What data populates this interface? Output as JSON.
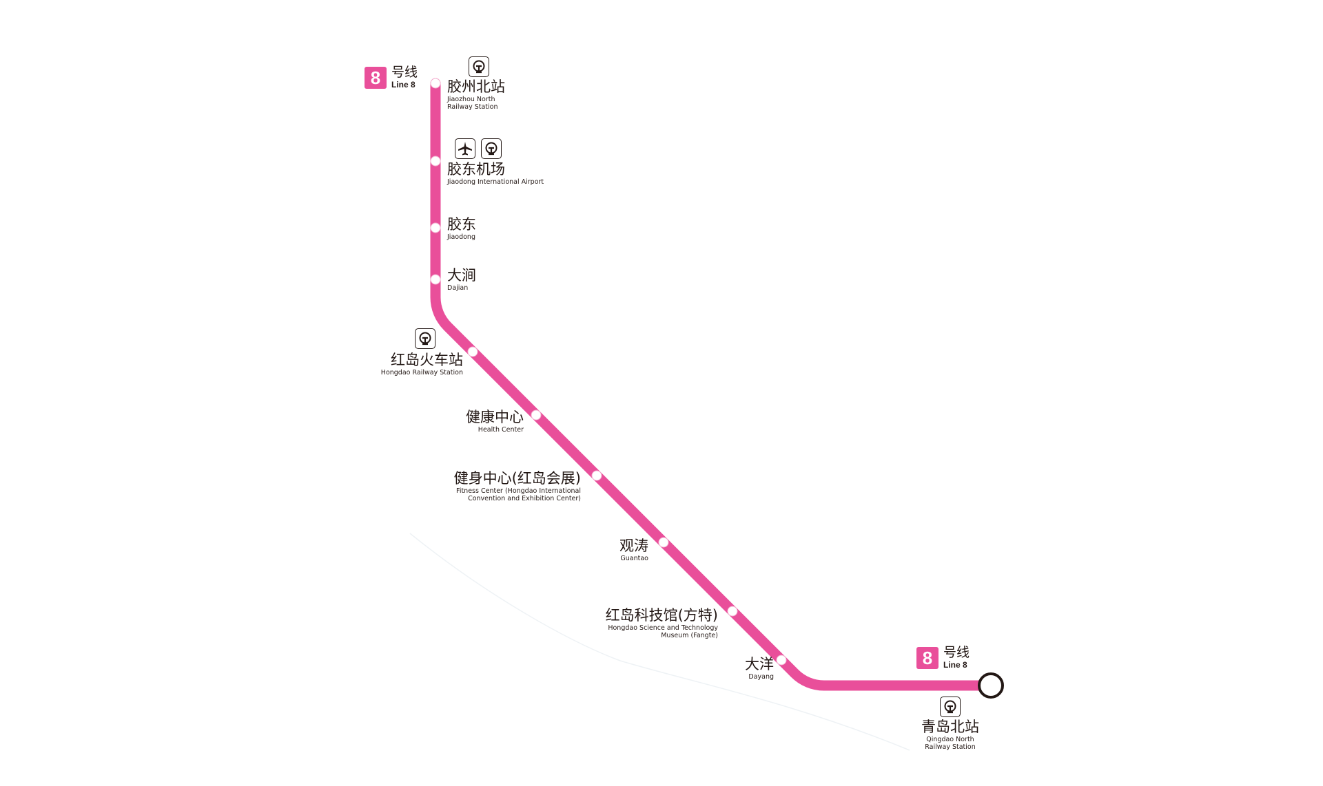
{
  "line": {
    "number": "8",
    "name_zh": "号线",
    "name_en": "Line 8",
    "color": "#E94F9A"
  },
  "stations": [
    {
      "zh": "胶州北站",
      "en": "Jiaozhou North Railway Station",
      "en1": "Jiaozhou North",
      "en2": "Railway Station",
      "icons": [
        "railway-icon"
      ]
    },
    {
      "zh": "胶东机场",
      "en": "Jiaodong International Airport",
      "icons": [
        "airport-icon",
        "railway-icon"
      ]
    },
    {
      "zh": "胶东",
      "en": "Jiaodong"
    },
    {
      "zh": "大涧",
      "en": "Dajian"
    },
    {
      "zh": "红岛火车站",
      "en": "Hongdao Railway Station",
      "icons": [
        "railway-icon"
      ]
    },
    {
      "zh": "健康中心",
      "en": "Health Center"
    },
    {
      "zh": "健身中心(红岛会展)",
      "en1": "Fitness Center (Hongdao International",
      "en2": "Convention and Exhibition Center)"
    },
    {
      "zh": "观涛",
      "en": "Guantao"
    },
    {
      "zh": "红岛科技馆(方特)",
      "en1": "Hongdao Science and Technology",
      "en2": "Museum (Fangte)"
    },
    {
      "zh": "大洋",
      "en": "Dayang"
    },
    {
      "zh": "青岛北站",
      "en1": "Qingdao North",
      "en2": "Railway Station",
      "icons": [
        "railway-icon"
      ],
      "terminal": true
    }
  ]
}
